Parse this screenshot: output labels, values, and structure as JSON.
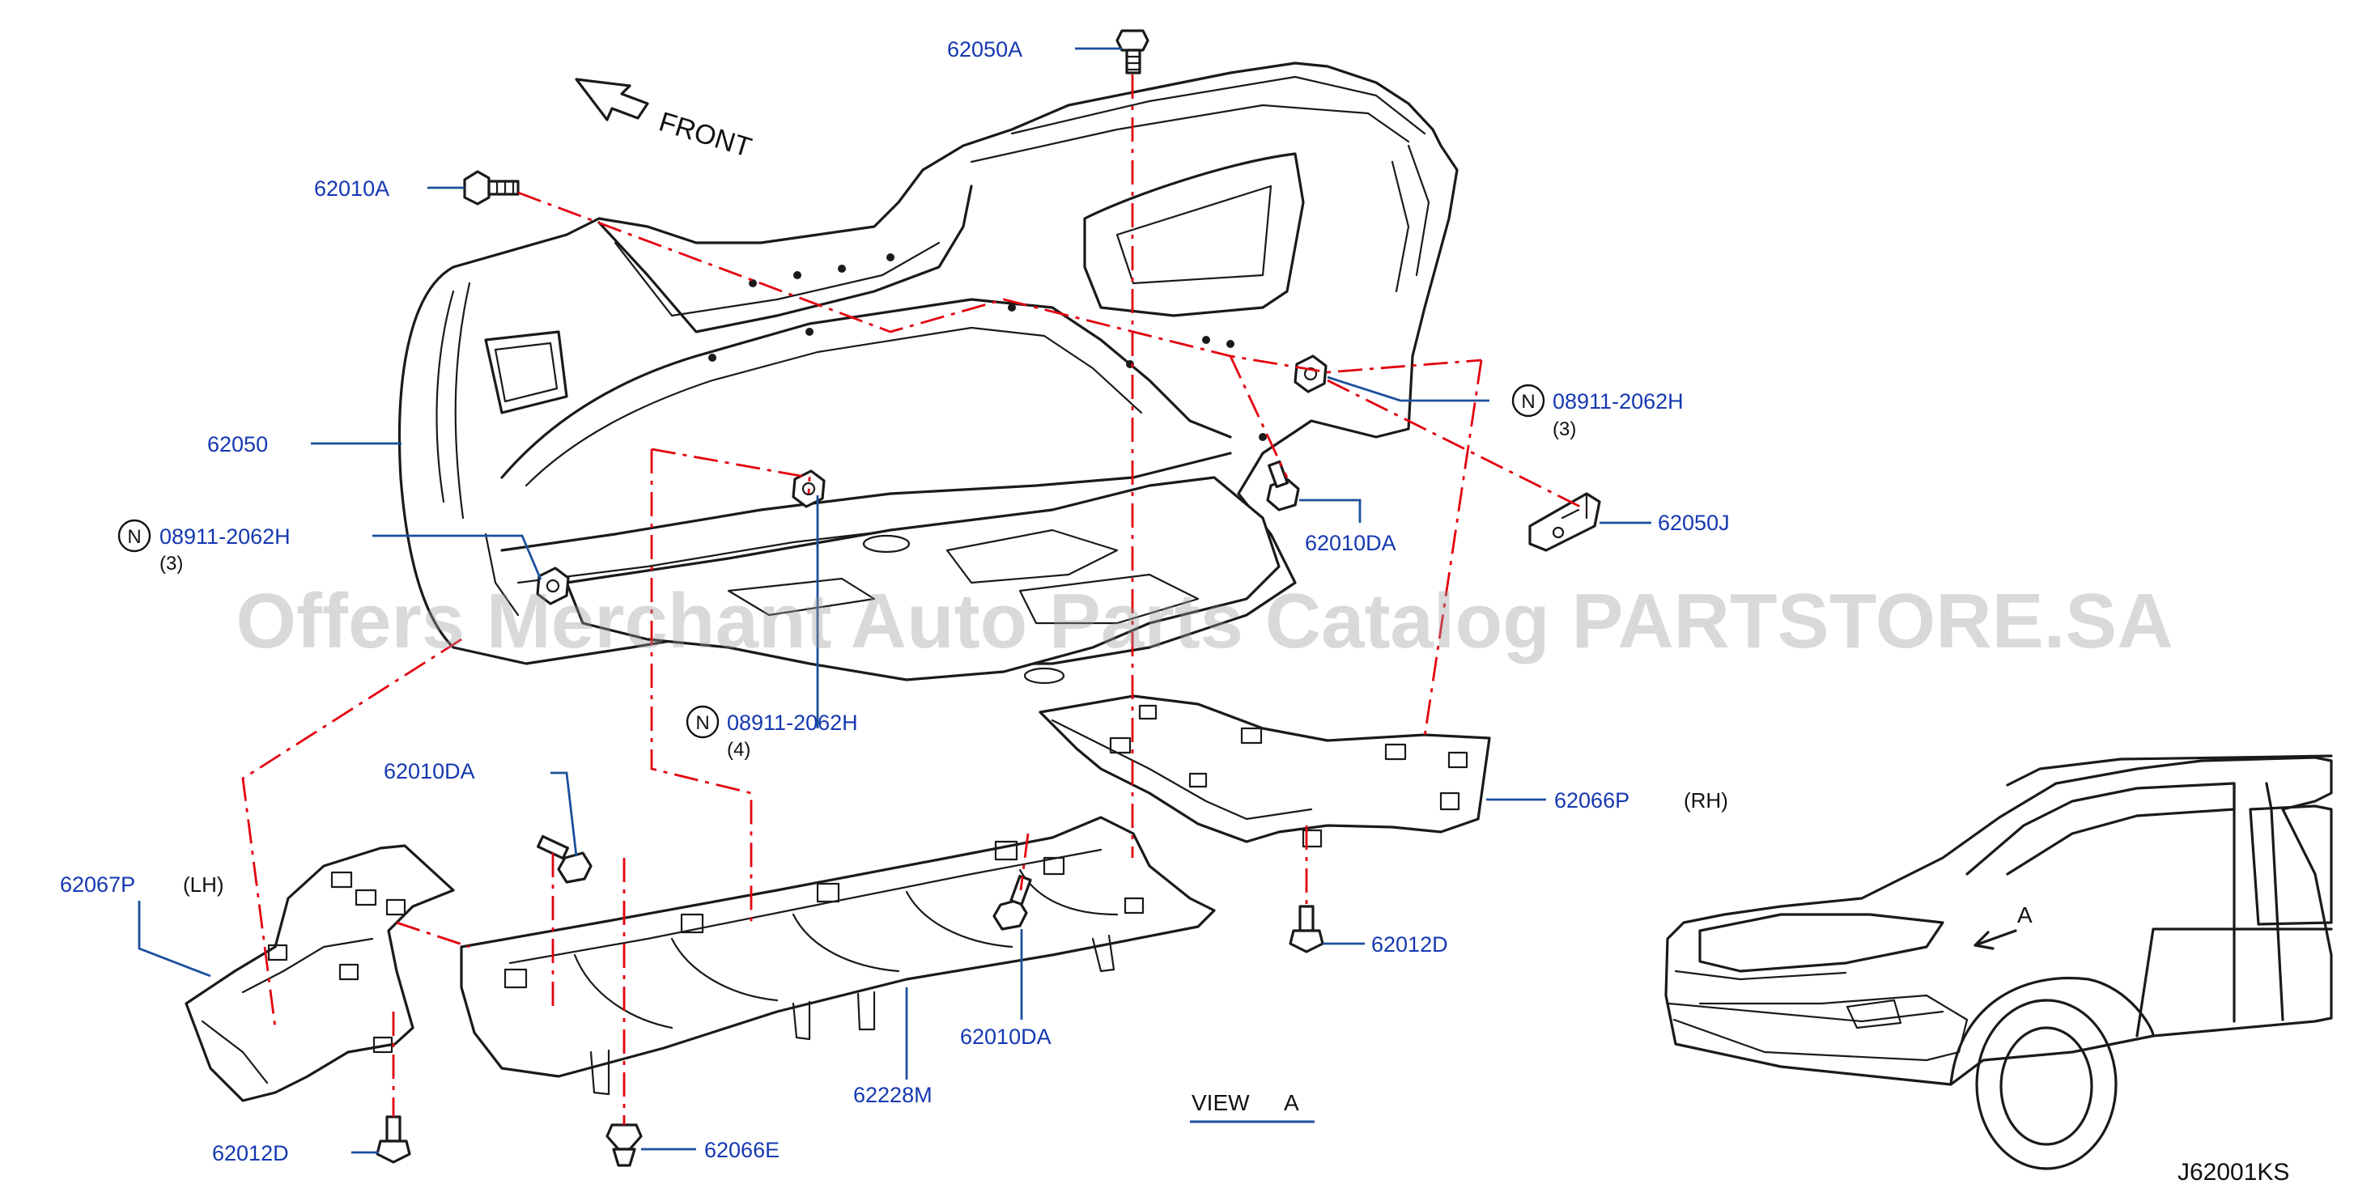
{
  "orientation": {
    "label": "FRONT",
    "icon": "front-arrow-icon"
  },
  "callouts": [
    {
      "id": "c-62050A",
      "part": "62050A"
    },
    {
      "id": "c-62010A",
      "part": "62010A"
    },
    {
      "id": "c-62050",
      "part": "62050"
    },
    {
      "id": "c-n-left",
      "badge": "N",
      "part": "08911-2062H",
      "qty": "(3)"
    },
    {
      "id": "c-n-right",
      "badge": "N",
      "part": "08911-2062H",
      "qty": "(3)"
    },
    {
      "id": "c-n-center",
      "badge": "N",
      "part": "08911-2062H",
      "qty": "(4)"
    },
    {
      "id": "c-62050J",
      "part": "62050J"
    },
    {
      "id": "c-62010DA-r",
      "part": "62010DA"
    },
    {
      "id": "c-62010DA-l",
      "part": "62010DA"
    },
    {
      "id": "c-62010DA-c",
      "part": "62010DA"
    },
    {
      "id": "c-62066P",
      "part": "62066P",
      "side": "(RH)"
    },
    {
      "id": "c-62067P",
      "part": "62067P",
      "side": "(LH)"
    },
    {
      "id": "c-62012D-r",
      "part": "62012D"
    },
    {
      "id": "c-62012D-l",
      "part": "62012D"
    },
    {
      "id": "c-62066E",
      "part": "62066E"
    },
    {
      "id": "c-62228M",
      "part": "62228M"
    }
  ],
  "view": {
    "label": "VIEW",
    "letter": "A",
    "arrow_letter": "A"
  },
  "diagram_code": "J62001KS",
  "watermark": "Offers Merchant Auto Parts Catalog PARTSTORE.SA",
  "colors": {
    "leader": "#1b4f9c",
    "label": "#1538b0",
    "centerline": "#e3000f",
    "drawing": "#1a1a1a"
  }
}
